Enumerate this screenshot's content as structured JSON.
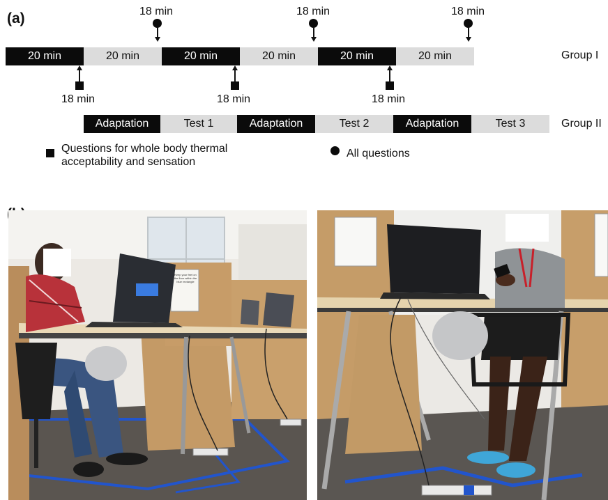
{
  "panel_a": {
    "label": "(a)",
    "top_markers": [
      {
        "time_label": "18 min"
      },
      {
        "time_label": "18 min"
      },
      {
        "time_label": "18 min"
      }
    ],
    "group1": {
      "label": "Group I",
      "segments": [
        {
          "text": "20 min",
          "style": "dark"
        },
        {
          "text": "20 min",
          "style": "light"
        },
        {
          "text": "20 min",
          "style": "dark"
        },
        {
          "text": "20 min",
          "style": "light"
        },
        {
          "text": "20 min",
          "style": "dark"
        },
        {
          "text": "20 min",
          "style": "light"
        }
      ]
    },
    "bottom_markers": [
      {
        "time_label": "18 min"
      },
      {
        "time_label": "18 min"
      },
      {
        "time_label": "18 min"
      }
    ],
    "group2": {
      "label": "Group II",
      "segments": [
        {
          "text": "Adaptation",
          "style": "dark"
        },
        {
          "text": "Test 1",
          "style": "light"
        },
        {
          "text": "Adaptation",
          "style": "dark"
        },
        {
          "text": "Test 2",
          "style": "light"
        },
        {
          "text": "Adaptation",
          "style": "dark"
        },
        {
          "text": "Test 3",
          "style": "light"
        }
      ]
    },
    "legend": {
      "square_line1": "Questions for whole body thermal",
      "square_line2": "acceptability and sensation",
      "circle_text": "All questions"
    }
  },
  "panel_b": {
    "label": "(b)",
    "left_photo_sign": "Keep your feet on the floor within the blue rectangle"
  },
  "colors": {
    "dark_segment": "#0b0b0b",
    "light_segment": "#dcdcdc",
    "floor_tape": "#2255cc"
  }
}
